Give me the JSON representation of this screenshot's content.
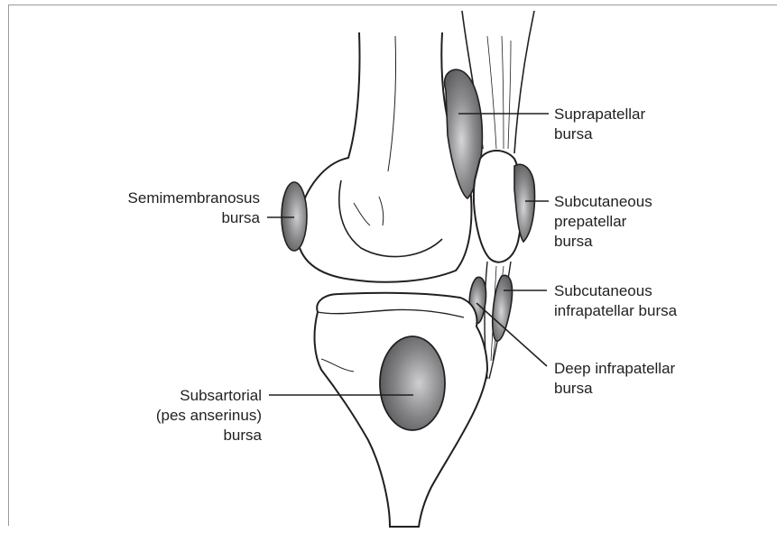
{
  "labels": {
    "suprapatellar": [
      "Suprapatellar",
      "bursa"
    ],
    "semimembranosus": [
      "Semimembranosus",
      "bursa"
    ],
    "prepatellar": [
      "Subcutaneous",
      "prepatellar",
      "bursa"
    ],
    "subcut_infrapatellar": [
      "Subcutaneous",
      "infrapatellar bursa"
    ],
    "deep_infrapatellar": [
      "Deep infrapatellar",
      "bursa"
    ],
    "subsartorial": [
      "Subsartorial",
      "(pes anserinus)",
      "bursa"
    ]
  },
  "colors": {
    "outline": "#231f20",
    "bursa_dark": "#6e6e70",
    "bursa_light": "#c9c9cb",
    "bone_fill": "#ffffff"
  }
}
